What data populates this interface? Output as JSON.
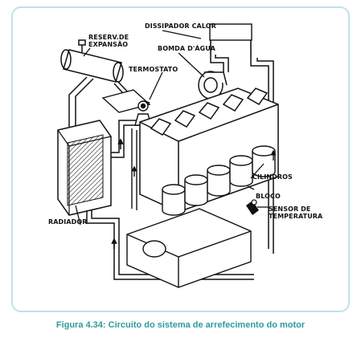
{
  "diagram": {
    "labels": {
      "reservoir_line1": "RESERV.DE",
      "reservoir_line2": "EXPANSÃO",
      "heat_sink": "DISSIPADOR CALOR",
      "water_pump": "BOMDA D'ÁGUA",
      "thermostat": "TERMOSTATO",
      "radiator": "RADIADOR",
      "cylinders": "CILINDROS",
      "block": "BLOCO",
      "temp_sensor_line1": "SENSOR DE",
      "temp_sensor_line2": "TEMPERATURA"
    }
  },
  "caption": "Figura 4.34: Circuito do sistema de arrefecimento do motor",
  "colors": {
    "frame_border": "#bfe3e6",
    "caption": "#2e9b9b",
    "ink": "#111111"
  }
}
